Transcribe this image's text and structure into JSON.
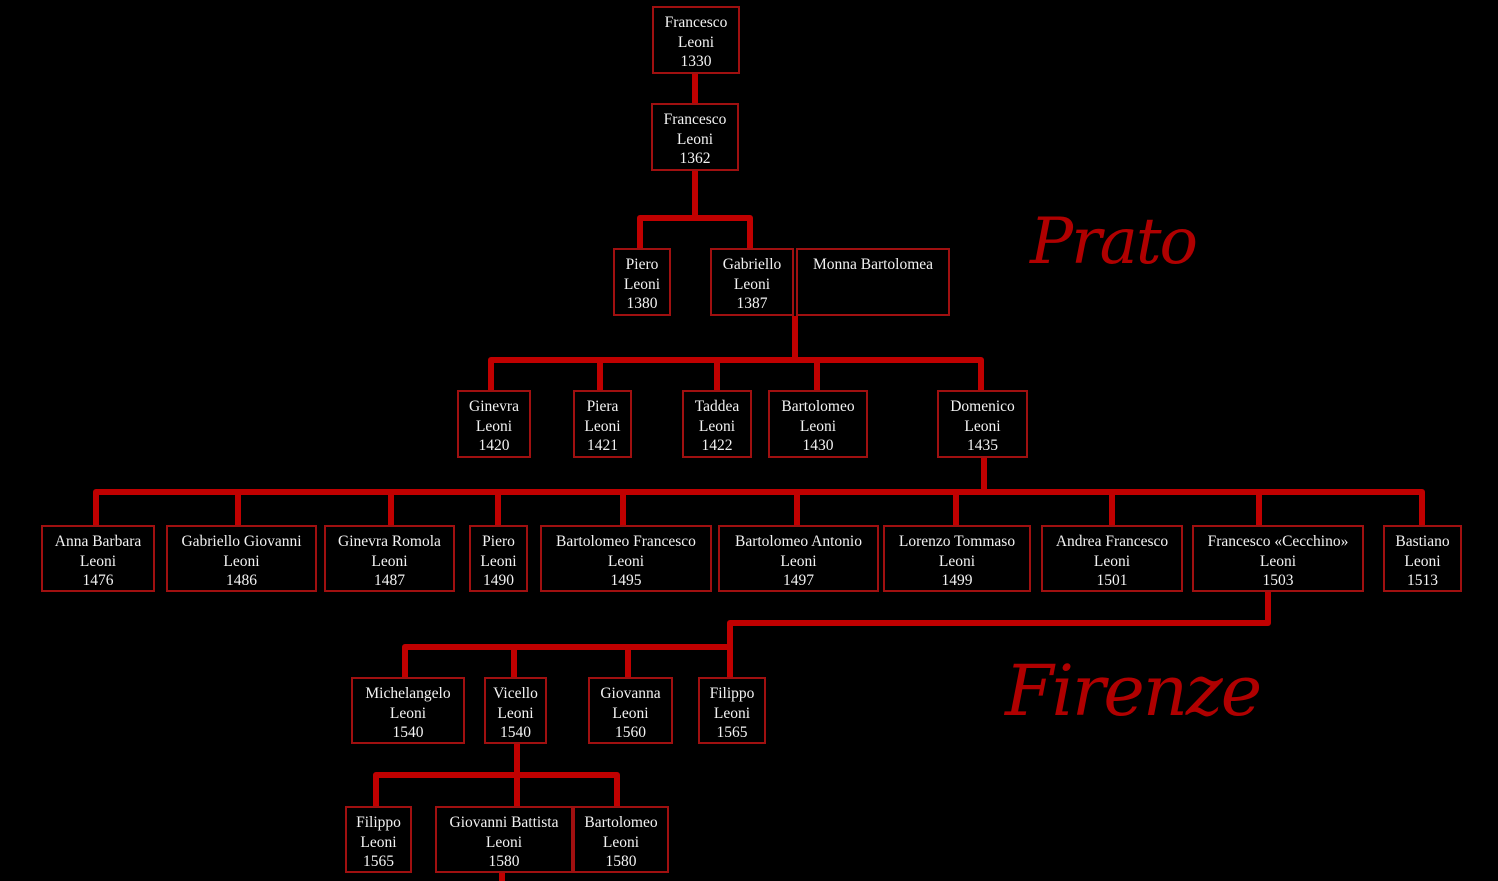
{
  "places": {
    "prato": "Prato",
    "firenze": "Firenze"
  },
  "people": [
    {
      "name": "Francesco",
      "surname": "Leoni",
      "year": "1330"
    },
    {
      "name": "Francesco",
      "surname": "Leoni",
      "year": "1362"
    },
    {
      "name": "Piero",
      "surname": "Leoni",
      "year": "1380"
    },
    {
      "name": "Gabriello",
      "surname": "Leoni",
      "year": "1387"
    },
    {
      "name": "Monna Bartolomea",
      "surname": "",
      "year": ""
    },
    {
      "name": "Ginevra",
      "surname": "Leoni",
      "year": "1420"
    },
    {
      "name": "Piera",
      "surname": "Leoni",
      "year": "1421"
    },
    {
      "name": "Taddea",
      "surname": "Leoni",
      "year": "1422"
    },
    {
      "name": "Bartolomeo",
      "surname": "Leoni",
      "year": "1430"
    },
    {
      "name": "Domenico",
      "surname": "Leoni",
      "year": "1435"
    },
    {
      "name": "Anna Barbara",
      "surname": "Leoni",
      "year": "1476"
    },
    {
      "name": "Gabriello Giovanni",
      "surname": "Leoni",
      "year": "1486"
    },
    {
      "name": "Ginevra Romola",
      "surname": "Leoni",
      "year": "1487"
    },
    {
      "name": "Piero",
      "surname": "Leoni",
      "year": "1490"
    },
    {
      "name": "Bartolomeo Francesco",
      "surname": "Leoni",
      "year": "1495"
    },
    {
      "name": "Bartolomeo Antonio",
      "surname": "Leoni",
      "year": "1497"
    },
    {
      "name": "Lorenzo Tommaso",
      "surname": "Leoni",
      "year": "1499"
    },
    {
      "name": "Andrea Francesco",
      "surname": "Leoni",
      "year": "1501"
    },
    {
      "name": "Francesco «Cecchino»",
      "surname": "Leoni",
      "year": "1503"
    },
    {
      "name": "Bastiano",
      "surname": "Leoni",
      "year": "1513"
    },
    {
      "name": "Michelangelo",
      "surname": "Leoni",
      "year": "1540"
    },
    {
      "name": "Vicello",
      "surname": "Leoni",
      "year": "1540"
    },
    {
      "name": "Giovanna",
      "surname": "Leoni",
      "year": "1560"
    },
    {
      "name": "Filippo",
      "surname": "Leoni",
      "year": "1565"
    },
    {
      "name": "Filippo",
      "surname": "Leoni",
      "year": "1565"
    },
    {
      "name": "Giovanni Battista",
      "surname": "Leoni",
      "year": "1580"
    },
    {
      "name": "Bartolomeo",
      "surname": "Leoni",
      "year": "1580"
    }
  ],
  "colors": {
    "line": "#c00000",
    "border": "#a01010",
    "text": "#f2f2f2"
  }
}
